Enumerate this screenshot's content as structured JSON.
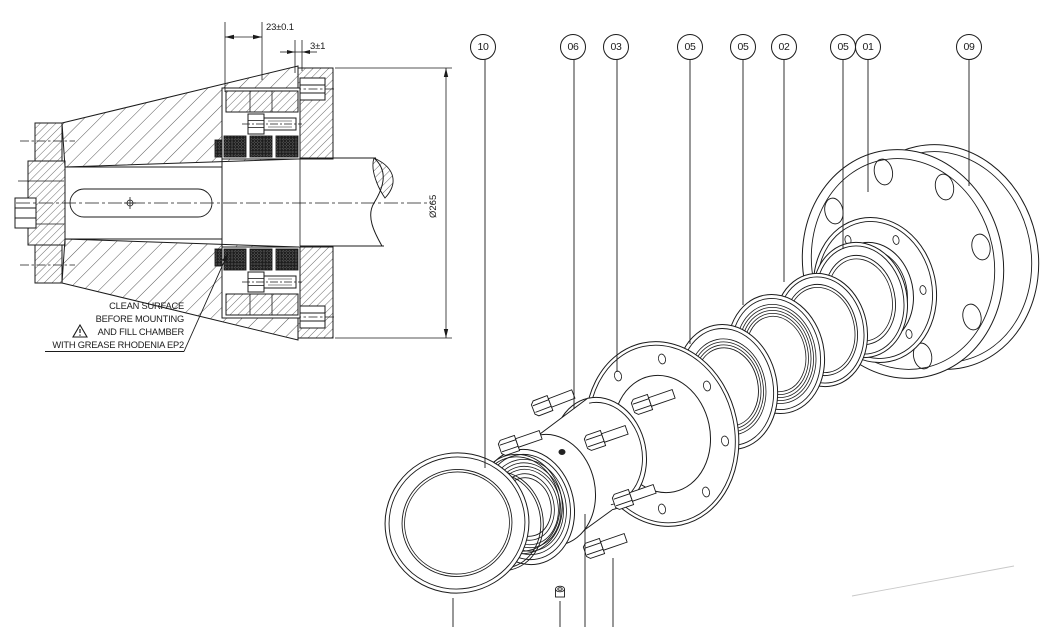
{
  "drawing": {
    "balloons": [
      {
        "label": "10"
      },
      {
        "label": "06"
      },
      {
        "label": "03"
      },
      {
        "label": "05"
      },
      {
        "label": "05"
      },
      {
        "label": "02"
      },
      {
        "label": "05"
      },
      {
        "label": "01"
      },
      {
        "label": "09"
      }
    ],
    "dimensions": {
      "width": "23±0.1",
      "offset": "3±1",
      "diameter": "Ø265"
    },
    "note": {
      "lines": [
        "CLEAN SURFACE",
        "BEFORE MOUNTING",
        "AND FILL CHAMBER",
        "WITH GREASE RHODENIA EP2"
      ],
      "warning_icon": "warning-triangle"
    },
    "colors": {
      "line": "#1b1b1b",
      "background": "#ffffff",
      "faint_line": "#c8c8c8"
    }
  }
}
